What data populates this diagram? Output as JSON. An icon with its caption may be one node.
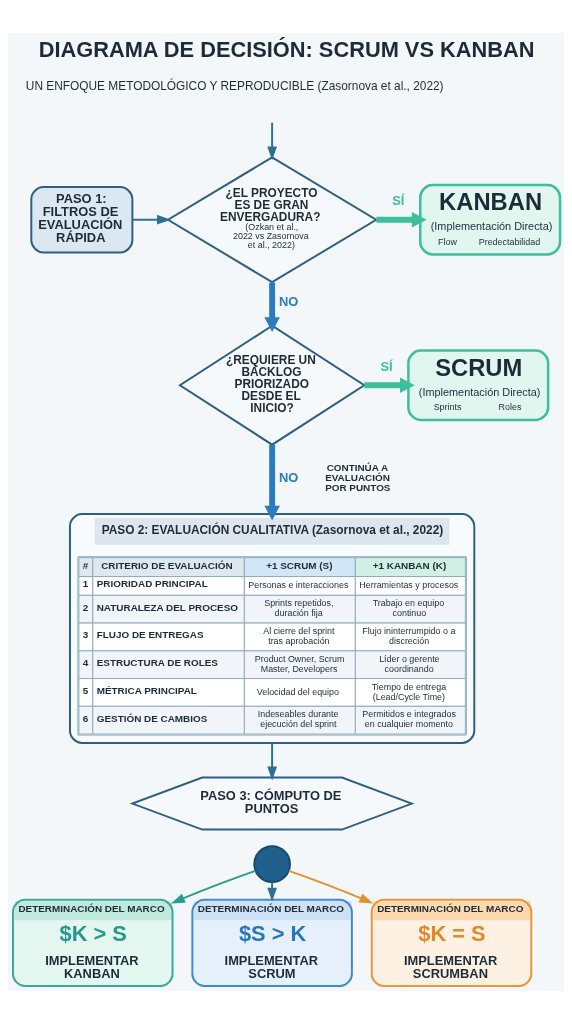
{
  "diagram": {
    "title": "DIAGRAMA DE DECISIÓN: SCRUM VS KANBAN",
    "nodes": [
      {
        "text": [
          "PASO 1: FILTROS DE EVALUACIÓN RÁPIDA"
        ]
      },
      {
        "text": [
          "¿EL PROYECTO ES DE GRAN ENVERGADURA?",
          "(Ozkan et al., 2022 vs Zasornova et al., 2022)"
        ]
      },
      {
        "text": [
          "KANBAN",
          "(Implementación Directa)",
          "Flow",
          "Predectabilidad"
        ]
      },
      {
        "text": [
          "¿REQUIERE UN BACKLOG PRIORIZADO DESDE EL INICIO?"
        ]
      },
      {
        "text": [
          "SCRUM",
          "(Implementación Directa)",
          "Sprints",
          "Roles"
        ]
      },
      {
        "text": [
          "PASO 2: EVALUACIÓN CUALITATIVA (Zasornova et al., 2022)"
        ]
      },
      {
        "text": [
          "PASO 3: CÓMPUTO DE PUNTOS"
        ]
      },
      {
        "text": [],
        "shape": "circle"
      },
      {
        "text": [
          "DETERMINACIÓN DEL MARCO",
          "$K > S",
          "IMPLEMENTAR KANBAN"
        ]
      },
      {
        "text": [
          "DETERMINACIÓN DEL MARCO",
          "$S > K",
          "IMPLEMENTAR SCRUM"
        ]
      },
      {
        "text": [
          "DETERMINACIÓN DEL MARCO",
          "$K = S",
          "IMPLEMENTAR SCRUMBAN"
        ]
      }
    ],
    "edges": [
      {
        "from": null,
        "to": 1,
        "arrow": "to"
      },
      {
        "from": 0,
        "to": 1,
        "arrow": "to"
      },
      {
        "from": 1,
        "to": 2,
        "arrow": "to",
        "label": "SÍ",
        "style": "thick",
        "color": "#3dbf9b"
      },
      {
        "from": 1,
        "to": 3,
        "arrow": "to",
        "label": "NO",
        "style": "thick",
        "color": "#2b7bbf"
      },
      {
        "from": 3,
        "to": 4,
        "arrow": "to",
        "label": "SÍ",
        "style": "thick",
        "color": "#3dbf9b"
      },
      {
        "from": 3,
        "to": 5,
        "arrow": "to",
        "label": "NO",
        "style": "thick",
        "color": "#2b7bbf"
      },
      {
        "from": 5,
        "to": 6,
        "arrow": "to"
      },
      {
        "from": 7,
        "to": 8,
        "arrow": "to",
        "color": "#2a9d8f"
      },
      {
        "from": 7,
        "to": 9,
        "arrow": "to"
      },
      {
        "from": 7,
        "to": 10,
        "arrow": "to",
        "color": "#e3922f"
      }
    ],
    "labels": [
      "UN ENFOQUE METODOLÓGICO Y REPRODUCIBLE (Zasornova et al., 2022)",
      "CONTINÚA A EVALUACIÓN POR PUNTOS",
      "#",
      "CRITERIO DE EVALUACIÓN",
      "+1 SCRUM (S)",
      "+1 KANBAN (K)",
      "1",
      "PRIORIDAD PRINCIPAL",
      "Personas e interacciones",
      "Herramientas y procesos",
      "2",
      "NATURALEZA DEL PROCESO",
      "Sprints repetidos, duración fija",
      "Trabajo en equipo continuo",
      "3",
      "FLUJO DE ENTREGAS",
      "Al cierre del sprint tras aprobación",
      "Flujo ininterrumpido o a discreción",
      "4",
      "ESTRUCTURA DE ROLES",
      "Product Owner, Scrum Master, Developers",
      "Líder o gerente coordinando",
      "5",
      "MÉTRICA PRINCIPAL",
      "Velocidad del equipo",
      "Tiempo de entrega (Lead/Cycle Time)",
      "6",
      "GESTIÓN DE CAMBIOS",
      "Indeseables durante ejecución del sprint",
      "Permitidos e integrados en cualquier momento"
    ]
  }
}
